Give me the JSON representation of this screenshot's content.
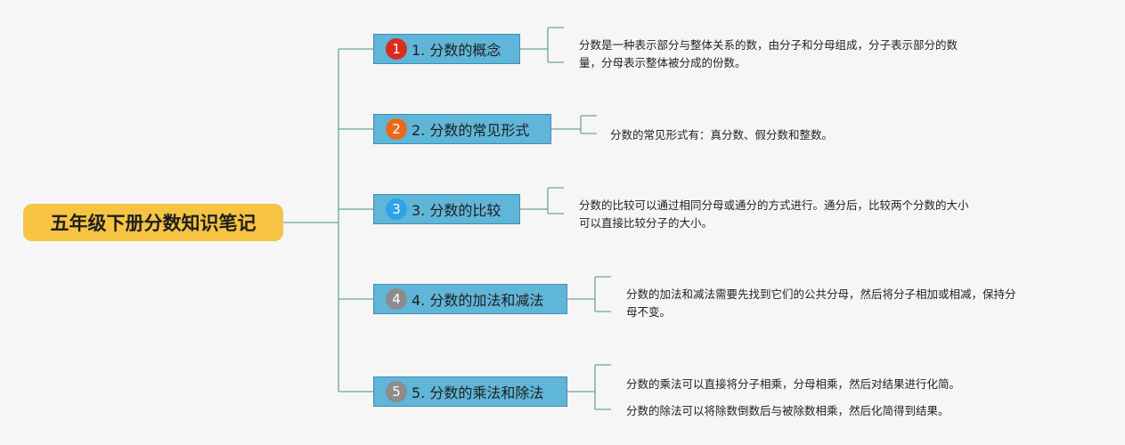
{
  "root": {
    "title": "五年级下册分数知识笔记"
  },
  "colors": {
    "root_bg": "#f6c343",
    "branch_bg": "#5fb6d8",
    "connector": "#6aa894"
  },
  "branches": [
    {
      "badge": "1",
      "badge_color": "#d92b1f",
      "label": "1. 分数的概念",
      "notes": [
        "分数是一种表示部分与整体关系的数，由分子和分母组成，分子表示部分的数",
        "量，分母表示整体被分成的份数。"
      ]
    },
    {
      "badge": "2",
      "badge_color": "#e8691c",
      "label": "2. 分数的常见形式",
      "notes": [
        "分数的常见形式有：真分数、假分数和整数。"
      ]
    },
    {
      "badge": "3",
      "badge_color": "#2ea3e8",
      "label": "3. 分数的比较",
      "notes": [
        "分数的比较可以通过相同分母或通分的方式进行。通分后，比较两个分数的大小",
        "可以直接比较分子的大小。"
      ]
    },
    {
      "badge": "4",
      "badge_color": "#8c8c8c",
      "label": "4. 分数的加法和减法",
      "notes": [
        "分数的加法和减法需要先找到它们的公共分母，然后将分子相加或相减，保持分",
        "母不变。"
      ]
    },
    {
      "badge": "5",
      "badge_color": "#8c8c8c",
      "label": "5. 分数的乘法和除法",
      "notes": [
        "分数的乘法可以直接将分子相乘，分母相乘，然后对结果进行化简。",
        "分数的除法可以将除数倒数后与被除数相乘，然后化简得到结果。"
      ]
    }
  ]
}
